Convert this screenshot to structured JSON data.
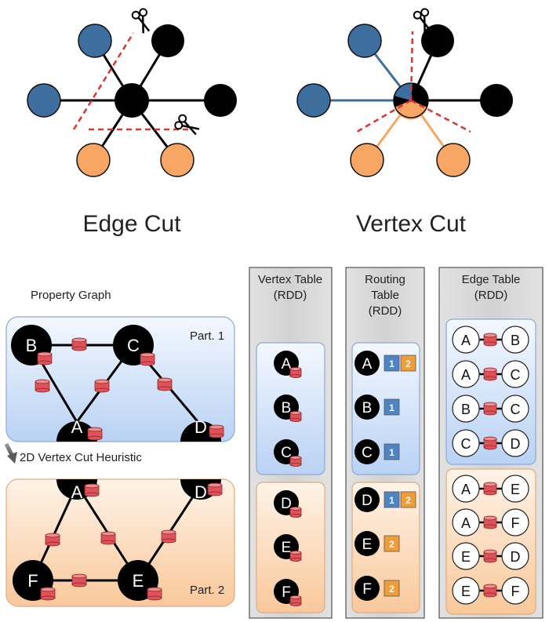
{
  "top": {
    "edge_cut_label": "Edge Cut",
    "vertex_cut_label": "Vertex Cut"
  },
  "colors": {
    "blue": "#3D6E9E",
    "black": "#000000",
    "orange": "#F7A663",
    "cut_red": "#E0322B",
    "db_red": "#E0525A",
    "part1_bg": "#D4E3FA",
    "part2_bg": "#FBDCC0",
    "route_blue": "#4F84C4",
    "route_orange": "#F29C38"
  },
  "property_graph": {
    "title": "Property Graph",
    "part1_label": "Part. 1",
    "part2_label": "Part. 2",
    "heuristic_label": "2D Vertex Cut Heuristic",
    "part1_nodes": [
      "B",
      "C",
      "A",
      "D"
    ],
    "part2_nodes": [
      "A",
      "D",
      "F",
      "E"
    ]
  },
  "vertex_table": {
    "title_line1": "Vertex Table",
    "title_line2": "(RDD)",
    "part1": [
      "A",
      "B",
      "C"
    ],
    "part2": [
      "D",
      "E",
      "F"
    ]
  },
  "routing_table": {
    "title_line1": "Routing",
    "title_line2": "Table",
    "title_line3": "(RDD)",
    "rows": [
      {
        "v": "A",
        "parts": [
          "1",
          "2"
        ]
      },
      {
        "v": "B",
        "parts": [
          "1"
        ]
      },
      {
        "v": "C",
        "parts": [
          "1"
        ]
      },
      {
        "v": "D",
        "parts": [
          "1",
          "2"
        ]
      },
      {
        "v": "E",
        "parts": [
          "2"
        ]
      },
      {
        "v": "F",
        "parts": [
          "2"
        ]
      }
    ]
  },
  "edge_table": {
    "title_line1": "Edge Table",
    "title_line2": "(RDD)",
    "part1": [
      [
        "A",
        "B"
      ],
      [
        "A",
        "C"
      ],
      [
        "B",
        "C"
      ],
      [
        "C",
        "D"
      ]
    ],
    "part2": [
      [
        "A",
        "E"
      ],
      [
        "A",
        "F"
      ],
      [
        "E",
        "D"
      ],
      [
        "E",
        "F"
      ]
    ]
  }
}
